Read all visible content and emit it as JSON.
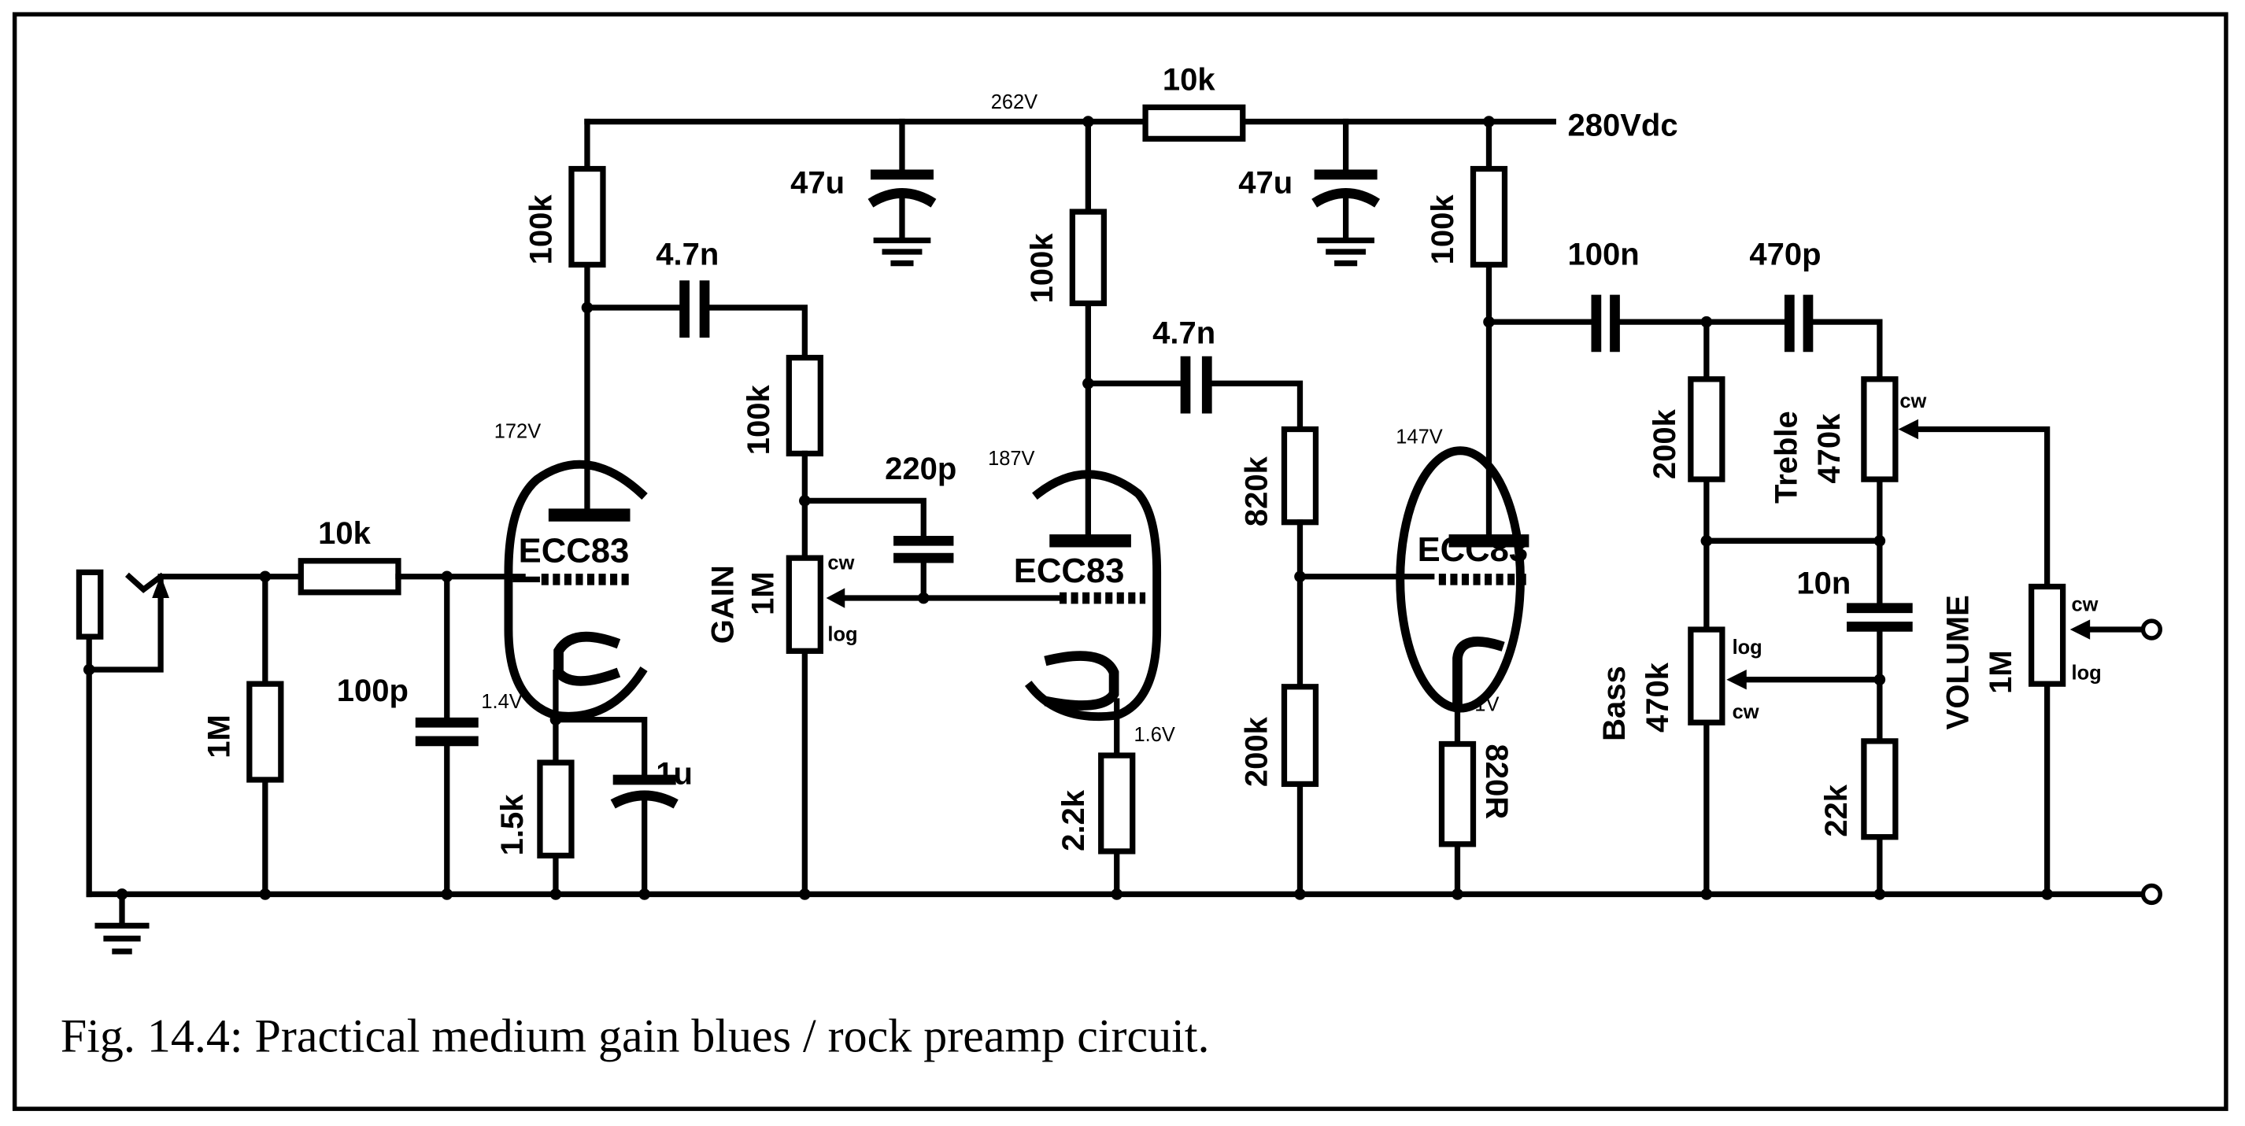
{
  "caption": "Fig. 14.4: Practical medium gain blues / rock preamp circuit.",
  "supply": {
    "label": "280Vdc",
    "node_voltage": "262V",
    "dropper": "10k"
  },
  "stage1": {
    "tube": "ECC83",
    "plate_res": "100k",
    "plate_v": "172V",
    "cathode_v": "1.4V",
    "cathode_res": "1.5k",
    "bypass_cap": "1u",
    "grid_stopper": "10k",
    "input_res": "1M",
    "input_cap": "100p",
    "coupling_cap": "4.7n",
    "supply_cap": "47u"
  },
  "gain": {
    "series_res": "100k",
    "name": "GAIN",
    "value": "1M",
    "cw": "cw",
    "taper": "log",
    "bright_cap": "220p"
  },
  "stage2": {
    "tube": "ECC83",
    "plate_res": "100k",
    "plate_v": "187V",
    "cathode_v": "1.6V",
    "cathode_res": "2.2k",
    "coupling_cap": "4.7n",
    "divider_top": "820k",
    "divider_bottom": "200k",
    "supply_cap": "47u"
  },
  "stage3": {
    "tube": "ECC83",
    "plate_res": "100k",
    "plate_v": "147V",
    "cathode_v": "1V",
    "cathode_res": "820R"
  },
  "tonestack": {
    "coupling_cap": "100n",
    "treble_cap": "470p",
    "slope_res": "200k",
    "treble_name": "Treble",
    "treble_value": "470k",
    "treble_cw": "cw",
    "mid_cap": "10n",
    "bass_name": "Bass",
    "bass_value": "470k",
    "bass_taper": "log",
    "bass_cw": "cw",
    "mid_res": "22k"
  },
  "volume": {
    "name": "VOLUME",
    "value": "1M",
    "cw": "cw",
    "taper": "log"
  }
}
